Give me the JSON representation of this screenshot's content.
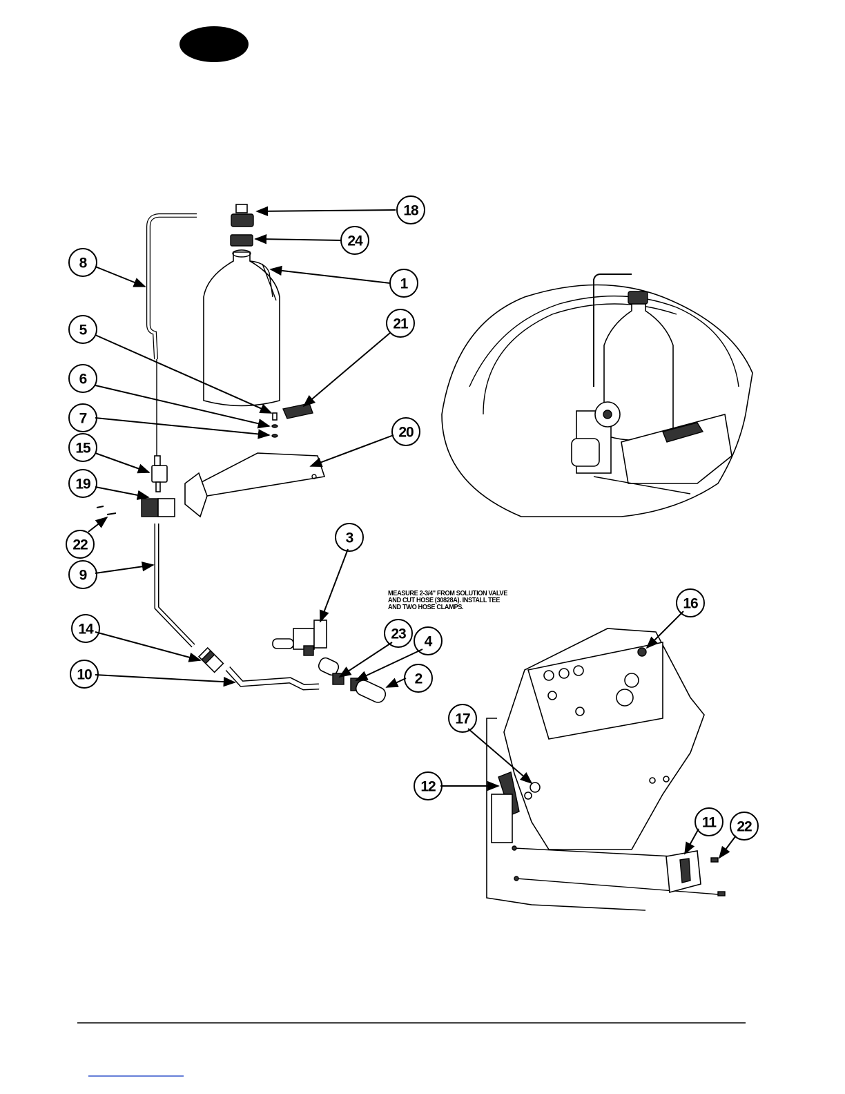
{
  "note": [
    "MEASURE 2-3/4\" FROM SOLUTION VALVE",
    "AND CUT HOSE (30828A). INSTALL TEE",
    "AND TWO HOSE CLAMPS."
  ],
  "callouts": [
    "18",
    "24",
    "1",
    "8",
    "21",
    "5",
    "6",
    "7",
    "20",
    "15",
    "19",
    "22",
    "9",
    "3",
    "23",
    "4",
    "14",
    "10",
    "2",
    "16",
    "17",
    "12",
    "11",
    "22"
  ]
}
